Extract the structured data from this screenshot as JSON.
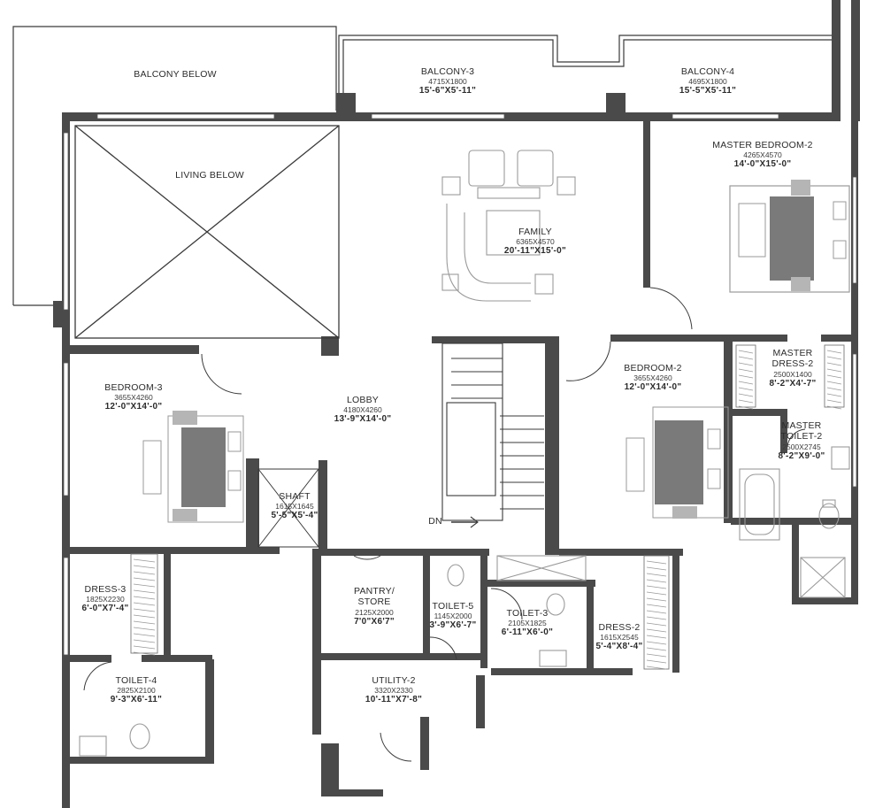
{
  "stair_label": "DN",
  "rooms": [
    {
      "key": "balcony_below",
      "name": "BALCONY BELOW",
      "metric": "",
      "imperial": ""
    },
    {
      "key": "balcony_3",
      "name": "BALCONY-3",
      "metric": "4715X1800",
      "imperial": "15'-6\"X5'-11\""
    },
    {
      "key": "balcony_4",
      "name": "BALCONY-4",
      "metric": "4695X1800",
      "imperial": "15'-5\"X5'-11\""
    },
    {
      "key": "living_below",
      "name": "LIVING BELOW",
      "metric": "",
      "imperial": ""
    },
    {
      "key": "family",
      "name": "FAMILY",
      "metric": "6365X4570",
      "imperial": "20'-11\"X15'-0\""
    },
    {
      "key": "master_bedroom_2",
      "name": "MASTER BEDROOM-2",
      "metric": "4265X4570",
      "imperial": "14'-0\"X15'-0\""
    },
    {
      "key": "bedroom_3",
      "name": "BEDROOM-3",
      "metric": "3655X4260",
      "imperial": "12'-0\"X14'-0\""
    },
    {
      "key": "lobby",
      "name": "LOBBY",
      "metric": "4180X4260",
      "imperial": "13'-9\"X14'-0\""
    },
    {
      "key": "bedroom_2",
      "name": "BEDROOM-2",
      "metric": "3655X4260",
      "imperial": "12'-0\"X14'-0\""
    },
    {
      "key": "master_dress_2",
      "name": "MASTER DRESS-2",
      "metric": "2500X1400",
      "imperial": "8'-2\"X4'-7\""
    },
    {
      "key": "master_toilet_2",
      "name": "MASTER TOILET-2",
      "metric": "2500X2745",
      "imperial": "8'-2\"X9'-0\""
    },
    {
      "key": "shaft",
      "name": "SHAFT",
      "metric": "1615X1645",
      "imperial": "5'-5\"X5'-4\""
    },
    {
      "key": "dress_3",
      "name": "DRESS-3",
      "metric": "1825X2230",
      "imperial": "6'-0\"X7'-4\""
    },
    {
      "key": "pantry",
      "name": "PANTRY/ STORE",
      "metric": "2125X2000",
      "imperial": "7'0\"X6'7\""
    },
    {
      "key": "toilet_5",
      "name": "TOILET-5",
      "metric": "1145X2000",
      "imperial": "3'-9\"X6'-7\""
    },
    {
      "key": "toilet_3",
      "name": "TOILET-3",
      "metric": "2105X1825",
      "imperial": "6'-11\"X6'-0\""
    },
    {
      "key": "dress_2",
      "name": "DRESS-2",
      "metric": "1615X2545",
      "imperial": "5'-4\"X8'-4\""
    },
    {
      "key": "toilet_4",
      "name": "TOILET-4",
      "metric": "2825X2100",
      "imperial": "9'-3\"X6'-11\""
    },
    {
      "key": "utility_2",
      "name": "UTILITY-2",
      "metric": "3320X2330",
      "imperial": "10'-11\"X7'-8\""
    }
  ]
}
